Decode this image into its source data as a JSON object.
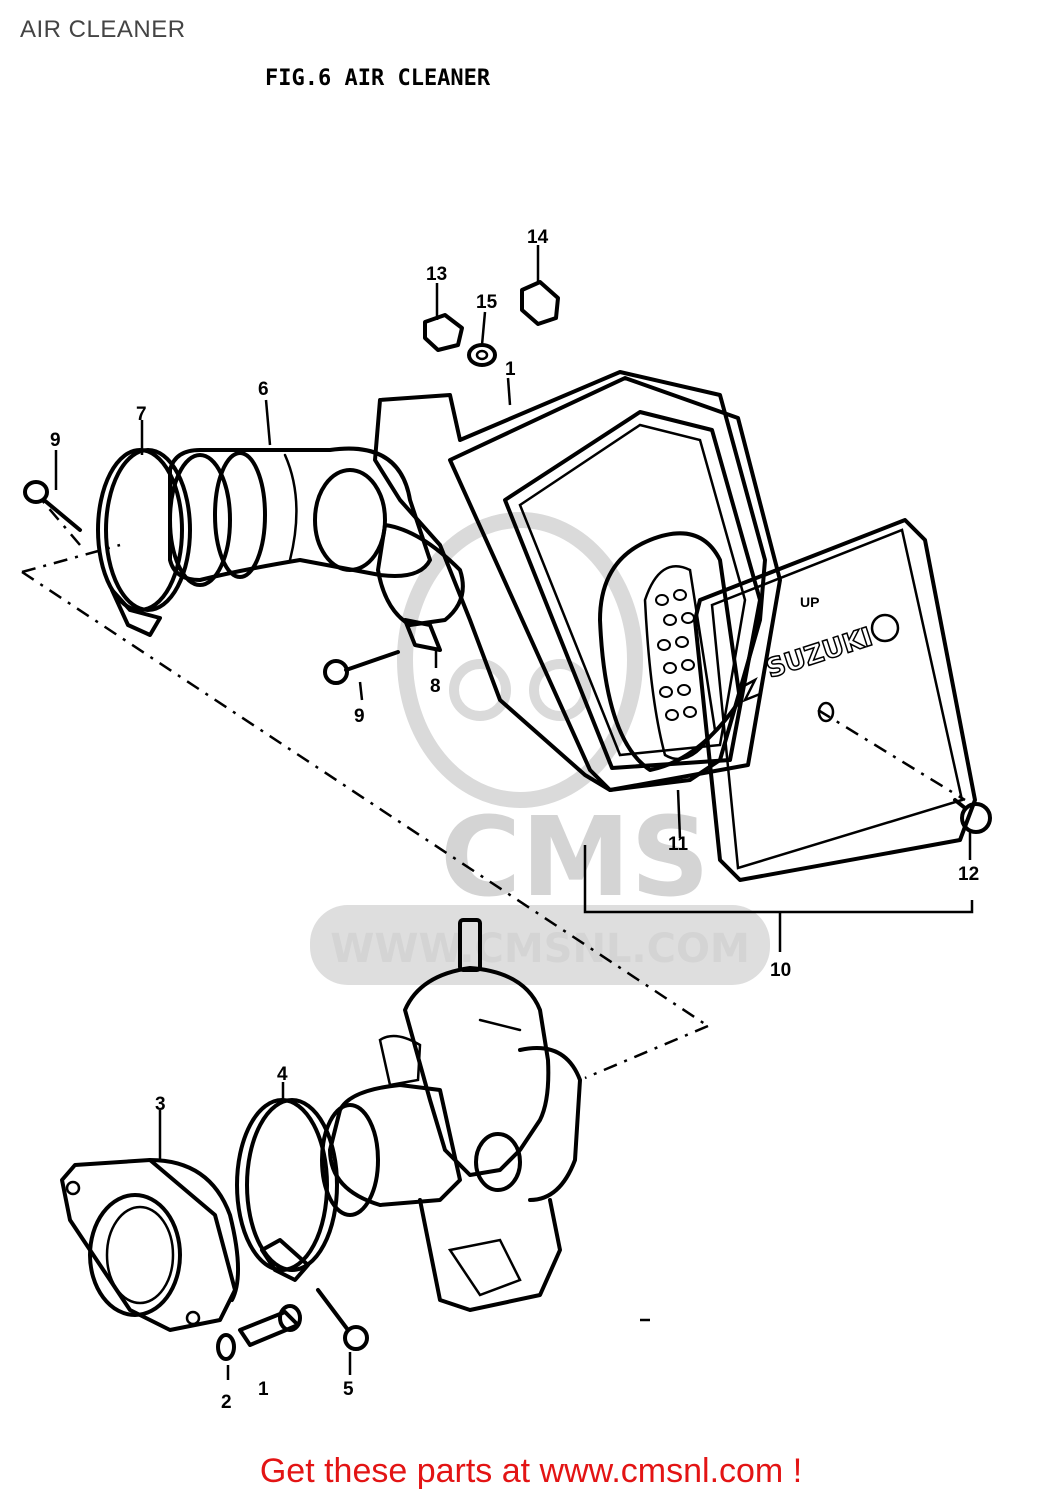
{
  "page": {
    "title": "AIR CLEANER",
    "footer_link": "Get these parts at www.cmsnl.com !"
  },
  "figure": {
    "title": "FIG.6  AIR CLEANER",
    "watermark_brand": "CMS",
    "watermark_url": "WWW.CMSNL.COM",
    "filter_brand_text": "SUZUKI",
    "filter_top_mark": "UP",
    "callouts": [
      "1",
      "2",
      "3",
      "4",
      "5",
      "6",
      "7",
      "8",
      "9",
      "9",
      "10",
      "11",
      "12",
      "13",
      "14",
      "15",
      "1"
    ]
  },
  "colors": {
    "footer_link": "#e31414",
    "watermark": "#d4d4d4",
    "line_art": "#000000",
    "title": "#444444"
  }
}
